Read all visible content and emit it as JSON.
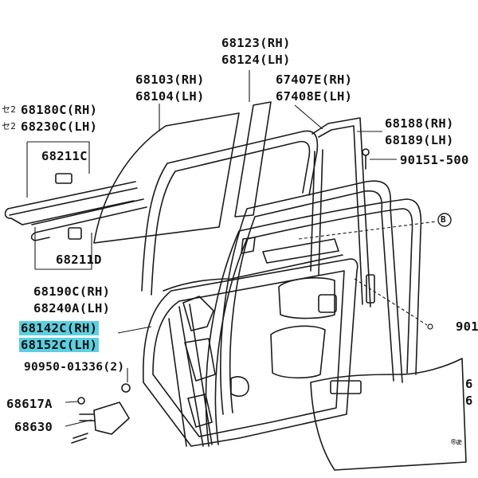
{
  "diagram": {
    "colors": {
      "line": "#1a1a1a",
      "highlight": "#5ccfe0",
      "background": "#ffffff"
    },
    "labels": {
      "p68123": "68123(RH)",
      "p68124": "68124(LH)",
      "p68103": "68103(RH)",
      "p68104": "68104(LH)",
      "p67407e": "67407E(RH)",
      "p67408e": "67408E(LH)",
      "p68180c_prefix": "セ2",
      "p68180c": "68180C(RH)",
      "p68230c_prefix": "セ2",
      "p68230c": "68230C(LH)",
      "p68211c": "68211C",
      "p68188": "68188(RH)",
      "p68189": "68189(LH)",
      "p90151": "90151-500",
      "circle_b": "B",
      "p68211d": "68211D",
      "p68190c": "68190C(RH)",
      "p68240a": "68240A(LH)",
      "p68142c": "68142C(RH)",
      "p68152c": "68152C(LH)",
      "p901_right": "901",
      "p90950": "90950-01336(2)",
      "p68617a": "68617A",
      "p68630": "68630",
      "p6_right_a": "6",
      "p6_right_b": "6",
      "corner_code": "®æ"
    }
  }
}
